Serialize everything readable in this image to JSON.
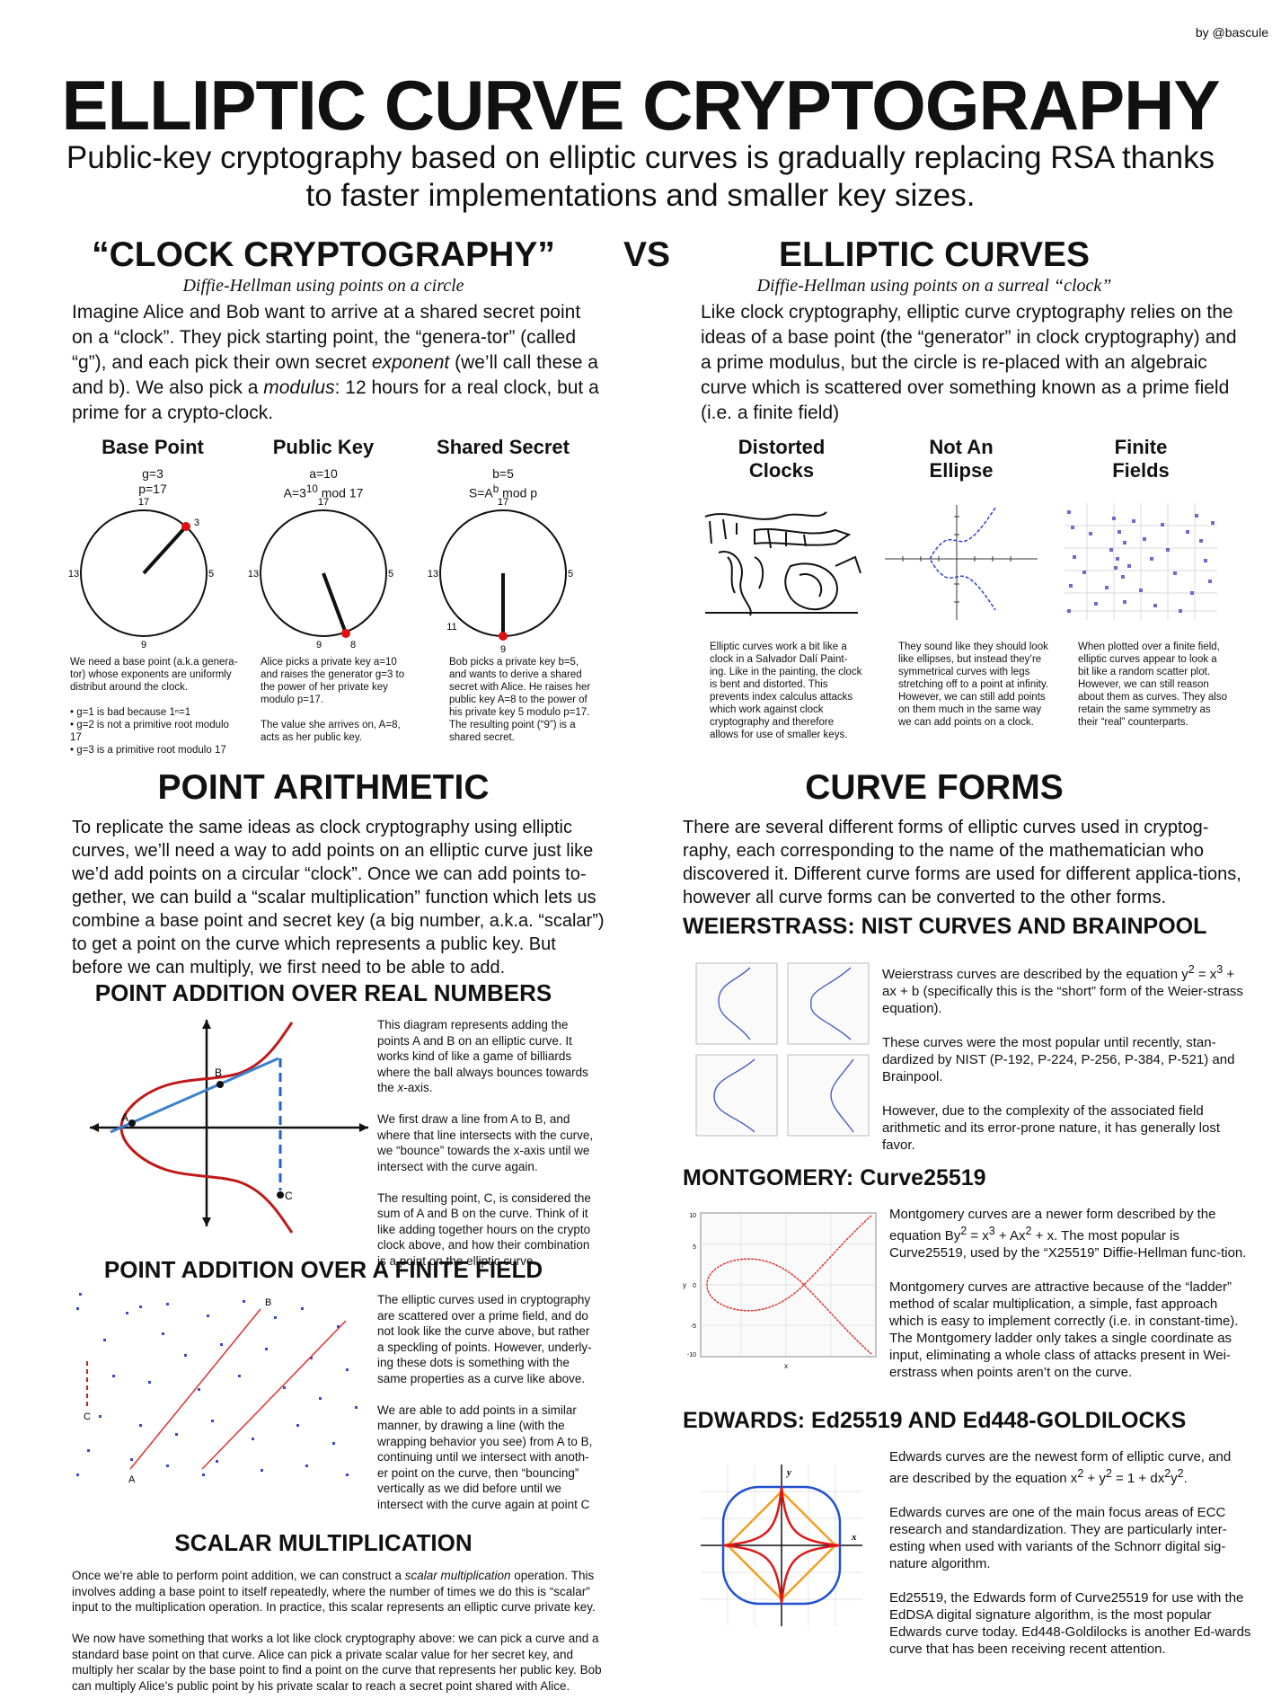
{
  "byline": "by @bascule",
  "title": "ELLIPTIC CURVE CRYPTOGRAPHY",
  "subtitle": "Public-key cryptography based on elliptic curves is gradually replacing RSA thanks to faster implementations and smaller key sizes.",
  "clock": {
    "heading": "“CLOCK CRYPTOGRAPHY”",
    "vs": "VS",
    "subheading": "Diffie-Hellman using points on a circle",
    "body_html": "Imagine Alice and Bob want to arrive at a shared secret point on a “clock”. They pick starting point, the “genera-tor” (called “g”), and each pick their own secret <i>exponent</i> (we’ll call these a and b). We also pick a <i>modulus</i>: 12 hours for a real clock, but a prime for a crypto-clock.",
    "panels": [
      {
        "title": "Base Point",
        "line1": "g=3",
        "line2": "p=17",
        "top": "17",
        "right": "5",
        "left": "13",
        "bottom": "9",
        "marker": "3",
        "note_html": "We need a base point (a.k.a genera-tor) whose exponents are uniformly distribut around the clock.<br><br>• g=1 is bad because 1ⁿ=1<br>• g=2 is not a primitive root modulo 17<br>• g=3 is a primitive root modulo 17"
      },
      {
        "title": "Public Key",
        "line1": "a=10",
        "line2_html": "A=3<sup>10</sup> mod 17",
        "top": "17",
        "right": "5",
        "left": "13",
        "bottom": "9",
        "marker": "8",
        "note_html": "Alice picks a private key a=10 and raises the generator g=3 to the power of her private key modulo p=17.<br><br>The value she arrives on, A=8, acts as her public key."
      },
      {
        "title": "Shared Secret",
        "line1": "b=5",
        "line2_html": "S=A<sup>b</sup> mod p",
        "top": "17",
        "right": "5",
        "left": "13",
        "bottom": "9",
        "marker": "11",
        "note_html": "Bob picks a private key b=5, and wants to derive a shared secret with Alice. He raises her public key A=8 to the power of his private key 5 modulo p=17. The resulting point (“9”) is a shared secret."
      }
    ]
  },
  "elliptic": {
    "heading": "ELLIPTIC CURVES",
    "subheading": "Diffie-Hellman using points on a surreal “clock”",
    "body": "Like clock cryptography, elliptic curve cryptography relies on the ideas of a base point (the “generator” in clock cryptography) and a prime modulus, but the circle is re-placed with an algebraic curve which is scattered over something known as a prime field (i.e. a finite field)",
    "panels": [
      {
        "title1": "Distorted",
        "title2": "Clocks",
        "note": "Elliptic curves work a bit like a clock in a Salvador Dalí Paint-ing. Like in the painting, the clock is bent and distorted. This prevents index calculus attacks which work against clock cryptography and therefore allows for use of smaller keys."
      },
      {
        "title1": "Not An",
        "title2": "Ellipse",
        "note": "They sound like they should look like ellipses, but instead they’re symmetrical curves with legs stretching off to a point at infinity. However, we can still add points on them much in the same way we can add points on a clock."
      },
      {
        "title1": "Finite",
        "title2": "Fields",
        "note": "When plotted over a finite field, elliptic curves appear to look a bit like a random scatter plot. However, we can still reason about them as curves. They also retain the same symmetry as their “real” counterparts."
      }
    ]
  },
  "point_arithmetic": {
    "heading": "POINT ARITHMETIC",
    "body": "To replicate the same ideas as clock cryptography using elliptic curves, we’ll need a way to add points on an elliptic curve just like we’d add points on a circular “clock”. Once we can add points to-gether, we can build a “scalar multiplication” function which lets us combine a base point and secret key (a big number, a.k.a. “scalar”) to get a point on the curve which represents a public key. But before we can multiply, we first need to be able to add.",
    "real": {
      "heading": "POINT ADDITION OVER REAL NUMBERS",
      "label_a": "A",
      "label_b": "B",
      "label_c": "C",
      "text_html": "This diagram represents adding the points A and B on an elliptic curve. It works kind of like a game of billiards where the ball always bounces towards the <i>x</i>-axis.<br><br>We first draw a line from A to B, and where that line intersects with the curve, we “bounce” towards the x-axis until we intersect with the curve again.<br><br>The resulting point, C, is considered the sum of A and B on the curve. Think of it like adding together hours on the crypto clock above, and how their combination is a point on the elliptic curve."
    },
    "finite": {
      "heading": "POINT ADDITION OVER A FINITE FIELD",
      "label_a": "A",
      "label_b": "B",
      "label_c": "C",
      "text_html": "The elliptic curves used in cryptography are scattered over a prime field, and do not look like the curve above, but rather a speckling of points. However, underly-ing these dots is something with the same properties as a curve like above.<br><br>We are able to add points in a similar manner, by drawing a line (with the wrapping behavior you see) from A to B, continuing until we intersect with anoth-er point on the curve, then “bouncing” vertically as we did before until we intersect with the curve again at point C"
    },
    "scalar": {
      "heading": "SCALAR MULTIPLICATION",
      "text_html": "Once we’re able to perform point addition, we can construct a <i>scalar multiplication</i> operation. This involves adding a base point to itself repeatedly, where the number of times we do this is “scalar” input to the multiplication operation. In practice, this scalar represents an elliptic curve private key.<br><br>We now have something that works a lot like clock cryptography above: we can pick a curve and a standard base point on that curve. Alice can pick a private scalar value for her secret key, and multiply her scalar by the base point to find a point on the curve that represents her public key. Bob can multiply Alice’s public point by his private scalar to reach a secret point shared with Alice."
    }
  },
  "curve_forms": {
    "heading": "CURVE FORMS",
    "body": "There are several different forms of elliptic curves used in cryptog-raphy, each corresponding to the name of the mathematician who discovered it. Different curve forms are used for different applica-tions, however all curve forms can be converted to the other forms.",
    "weierstrass": {
      "heading": "WEIERSTRASS: NIST CURVES AND BRAINPOOL",
      "text_html": "Weierstrass curves are described by the equation y<sup>2</sup> = x<sup>3</sup> + ax + b (specifically this is the “short” form of the Weier-strass equation).<br><br>These curves were the most popular until recently, stan-dardized by NIST (P-192, P-224, P-256, P-384, P-521) and Brainpool.<br><br>However, due to the complexity of the associated field arithmetic and its error-prone nature, it has generally lost favor."
    },
    "montgomery": {
      "heading": "MONTGOMERY: Curve25519",
      "text_html": "Montgomery curves are a newer form described by the equation By<sup>2</sup> = x<sup>3</sup> + Ax<sup>2</sup> + x. The most popular is Curve25519, used by the “X25519” Diffie-Hellman func-tion.<br><br>Montgomery curves are attractive because of the “ladder” method of scalar multiplication, a simple, fast approach which is easy to implement correctly (i.e. in constant-time). The Montgomery ladder only takes a single coordinate as input, eliminating a whole class of attacks present in Wei-erstrass when points aren’t on the curve.",
      "y_ticks": [
        "10",
        "5",
        "0",
        "-5",
        "-10"
      ],
      "y_label": "y",
      "x_label": "x"
    },
    "edwards": {
      "heading": "EDWARDS: Ed25519 AND Ed448-GOLDILOCKS",
      "text_html": "Edwards curves are the newest form of elliptic curve, and are described by the equation x<sup>2</sup> + y<sup>2</sup> = 1 + dx<sup>2</sup>y<sup>2</sup>.<br><br>Edwards curves are one of the main focus areas of ECC research and standardization. They are particularly inter-esting when used with variants of the Schnorr digital sig-nature algorithm.<br><br>Ed25519, the Edwards form of Curve25519 for use with the EdDSA digital signature algorithm, is the most popular Edwards curve today. Ed448-Goldilocks is another Ed-wards curve that has been receiving recent attention.",
      "y_label": "y",
      "x_label": "x"
    }
  }
}
